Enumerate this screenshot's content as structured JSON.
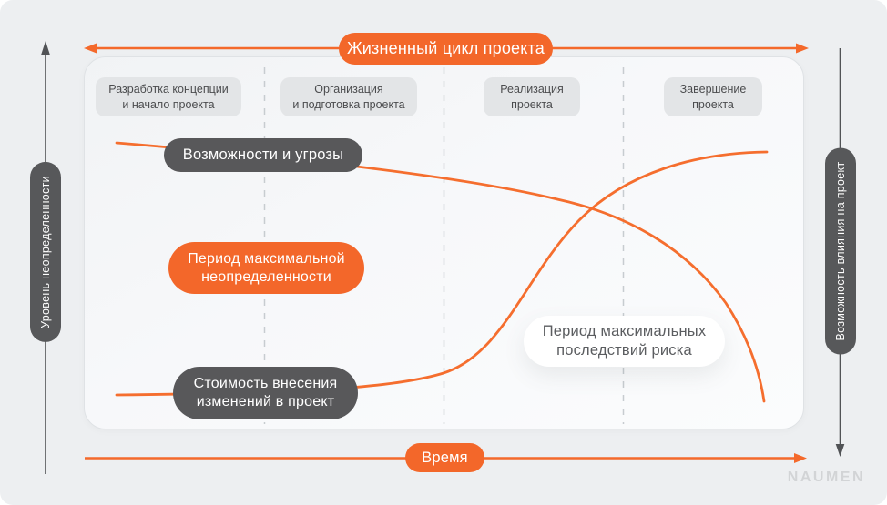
{
  "axes": {
    "top": "Жизненный цикл проекта",
    "left": "Уровень неопределенности",
    "right": "Возможность влияния на проект",
    "bottom": "Время"
  },
  "phases": [
    {
      "label": "Разработка концепции\nи начало проекта"
    },
    {
      "label": "Организация\nи подготовка проекта"
    },
    {
      "label": "Реализация\nпроекта"
    },
    {
      "label": "Завершение\nпроекта"
    }
  ],
  "annotations": {
    "opportunities_threats": "Возможности и угрозы",
    "max_uncertainty_period": "Период максимальной\nнеопределенности",
    "cost_of_changes": "Стоимость внесения\nизменений в проект",
    "max_risk_period": "Период максимальных\nпоследствий риска"
  },
  "curves": [
    {
      "name": "Возможности и угрозы",
      "trend": "decreasing"
    },
    {
      "name": "Стоимость внесения изменений в проект",
      "trend": "increasing-s-curve"
    }
  ],
  "brand": "NAUMEN",
  "colors": {
    "accent_orange": "#F3672A",
    "curve_orange": "#F56E2E",
    "dark_gray": "#58585A",
    "axis_gray": "#515356",
    "dashed_line": "#C7CCD0",
    "background": "#EDEFF1",
    "panel_border": "#DFE2E5",
    "phase_box": "#E3E5E7",
    "brand_gray": "#D2D4D6"
  }
}
